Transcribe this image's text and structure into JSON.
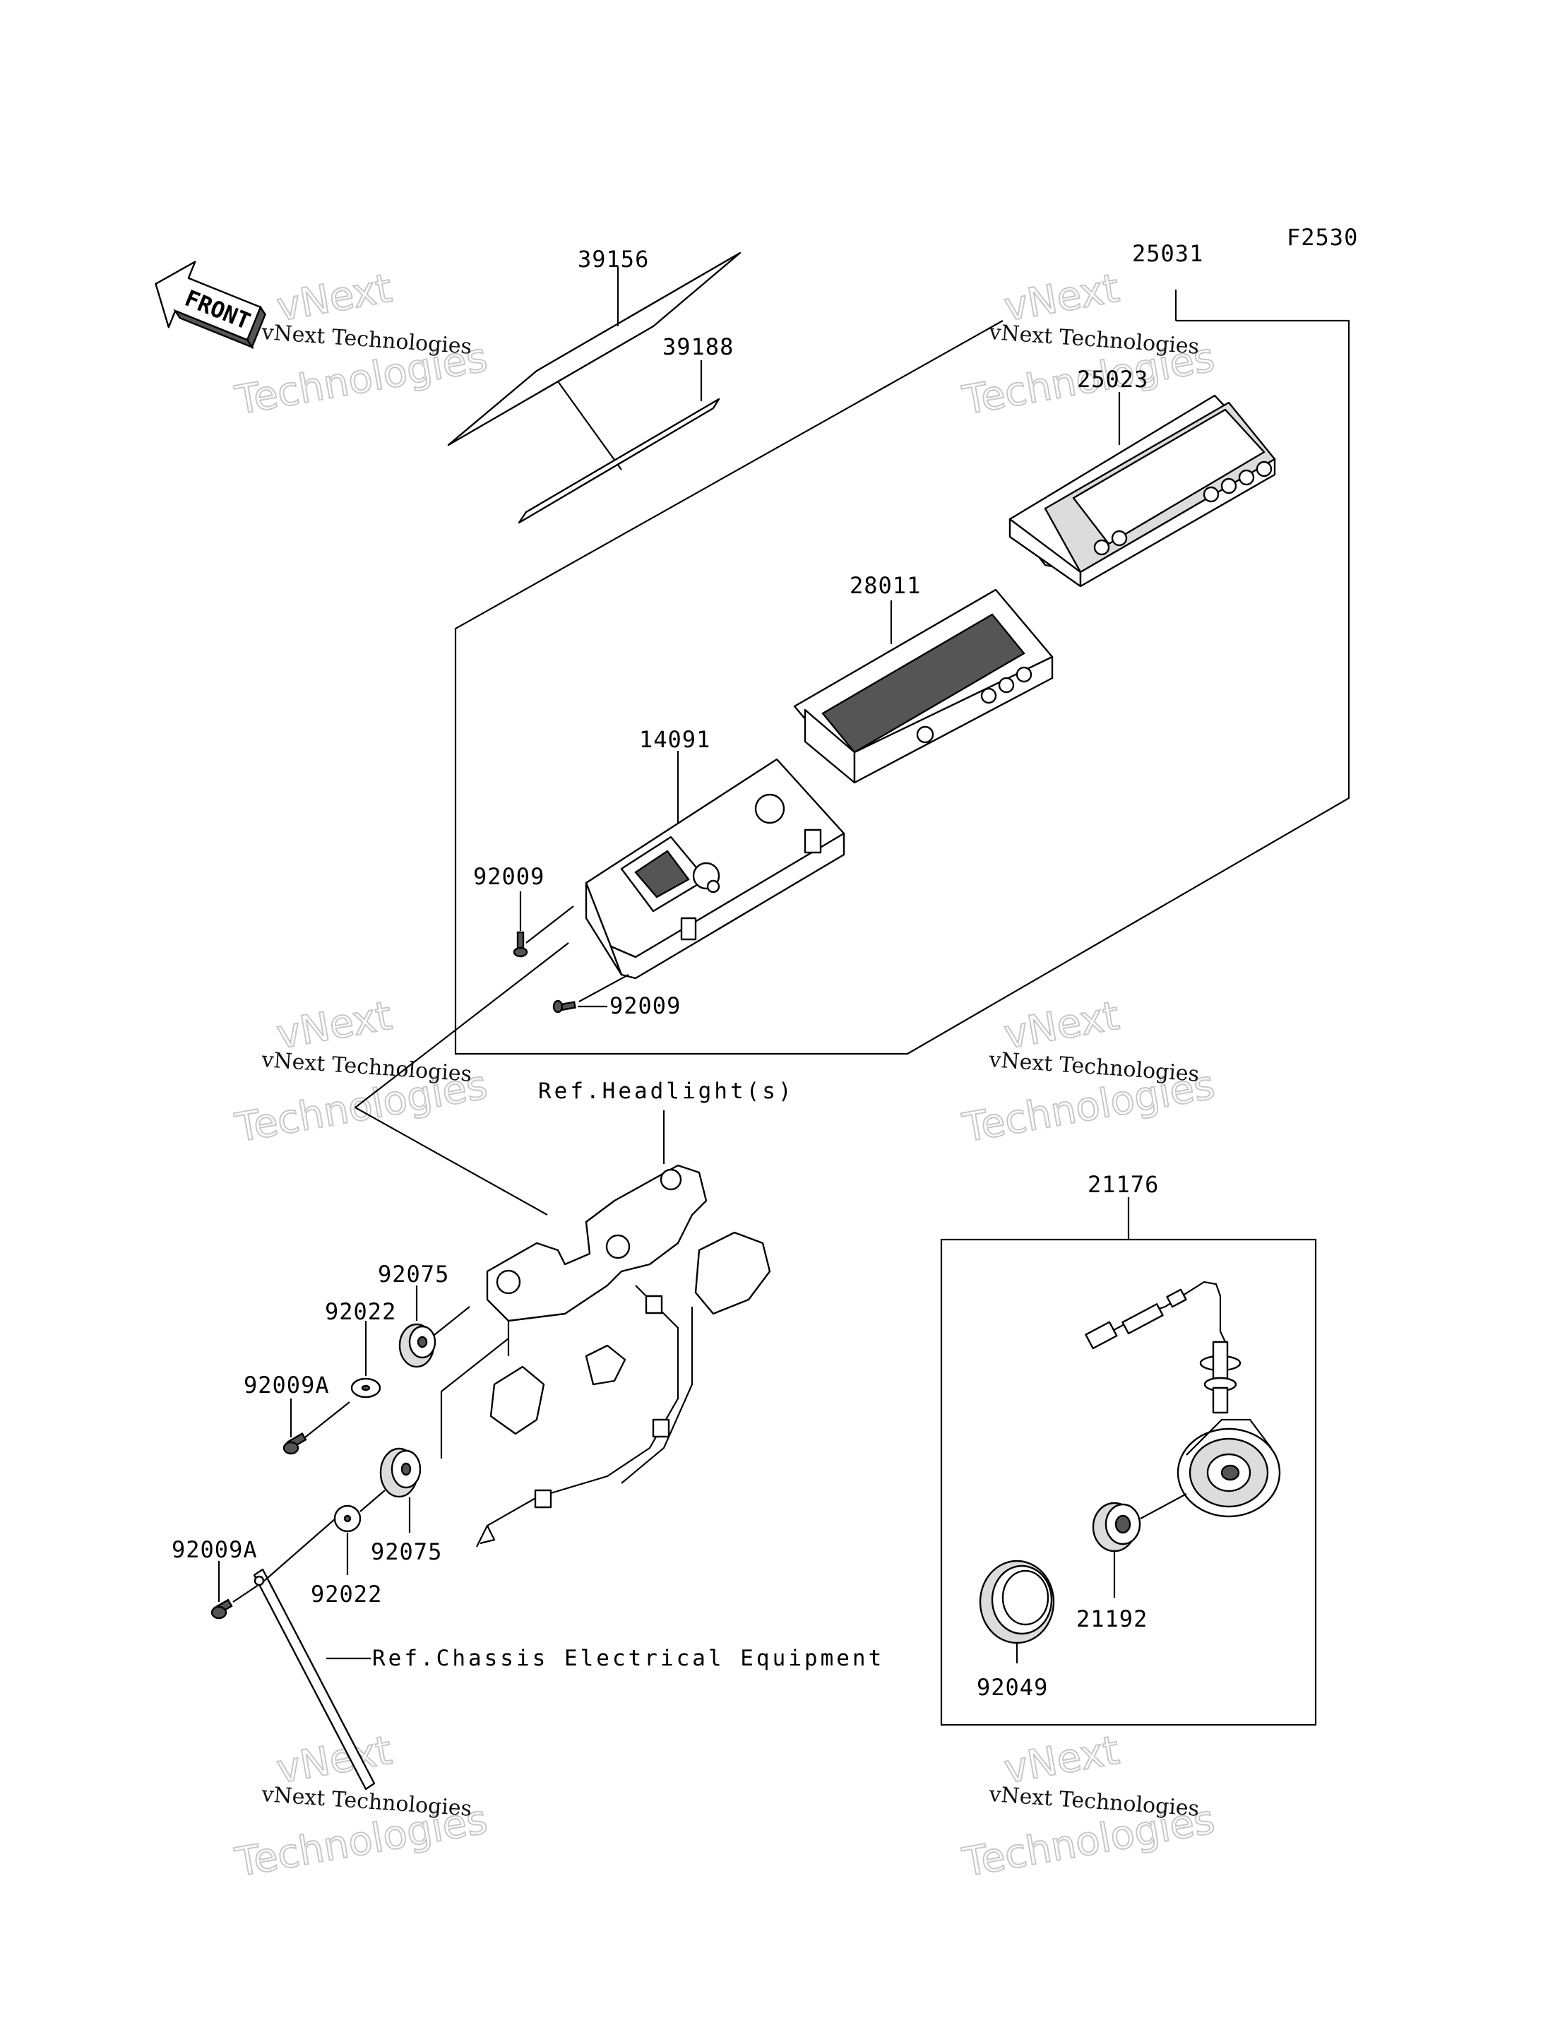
{
  "figure_code": "F2530",
  "front_label": "FRONT",
  "parts": {
    "p39156": "39156",
    "p39188": "39188",
    "p25031": "25031",
    "p25023": "25023",
    "p28011": "28011",
    "p14091": "14091",
    "p92009_a": "92009",
    "p92009_b": "92009",
    "p92075_a": "92075",
    "p92022_a": "92022",
    "p92009A_a": "92009A",
    "p92075_b": "92075",
    "p92022_b": "92022",
    "p92009A_b": "92009A",
    "p21176": "21176",
    "p21192": "21192",
    "p92049": "92049"
  },
  "refs": {
    "headlight": "Ref.Headlight(s)",
    "chassis": "Ref.Chassis Electrical Equipment"
  },
  "watermark": {
    "line1": "vNext",
    "line2": "vNext Technologies",
    "line3": "Technologies"
  }
}
